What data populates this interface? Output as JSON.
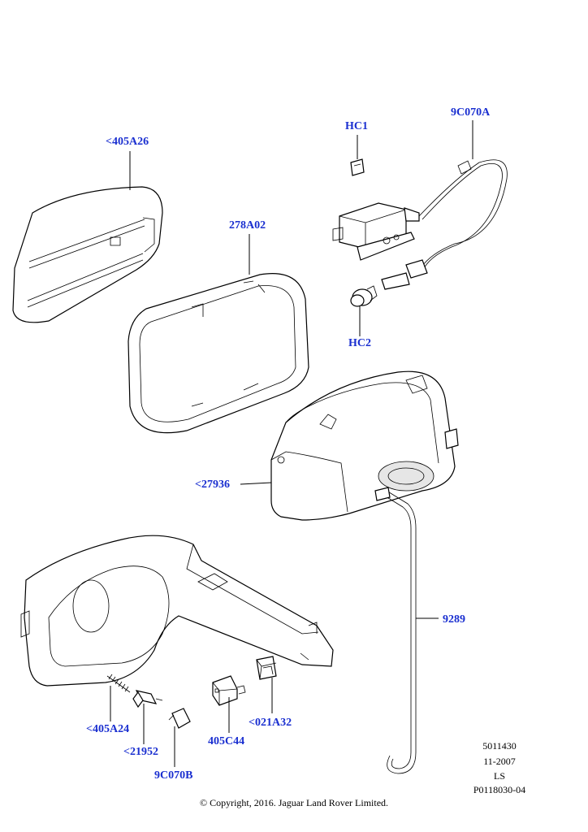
{
  "callouts": {
    "p405a26": "<405A26",
    "p278a02": "278A02",
    "hc1": "HC1",
    "p9c070a": "9C070A",
    "hc2": "HC2",
    "p27936": "<27936",
    "p9289": "9289",
    "p405a24": "<405A24",
    "p21952": "<21952",
    "p9c070b": "9C070B",
    "p405c44": "405C44",
    "p021a32": "<021A32"
  },
  "meta": {
    "ref": "5011430",
    "date": "11-2007",
    "code": "LS",
    "illustration": "P0118030-04"
  },
  "copyright": "© Copyright, 2016. Jaguar Land Rover Limited.",
  "colors": {
    "callout": "#1a2fd0",
    "line": "#000000"
  }
}
